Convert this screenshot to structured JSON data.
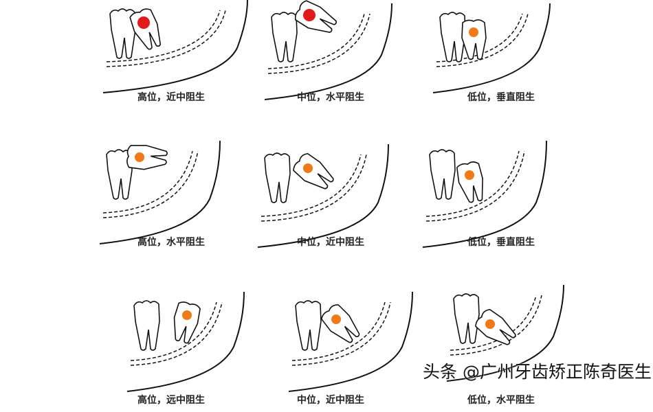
{
  "panels": [
    {
      "label": "高位，近中阻生",
      "dot_color": "#e31a1a"
    },
    {
      "label": "中位，水平阻生",
      "dot_color": "#e31a1a"
    },
    {
      "label": "低位，垂直阻生",
      "dot_color": "#f07a1a"
    },
    {
      "label": "高位，水平阻生",
      "dot_color": "#f07a1a"
    },
    {
      "label": "中位，近中阻生",
      "dot_color": "#f07a1a"
    },
    {
      "label": "低位，垂直阻生",
      "dot_color": "#f07a1a"
    },
    {
      "label": "高位，远中阻生",
      "dot_color": "#f07a1a"
    },
    {
      "label": "中位，近中阻生",
      "dot_color": "#f07a1a"
    },
    {
      "label": "低位，水平阻生",
      "dot_color": "#f07a1a"
    }
  ],
  "watermark": "头条 @广州牙齿矫正陈奇医生"
}
